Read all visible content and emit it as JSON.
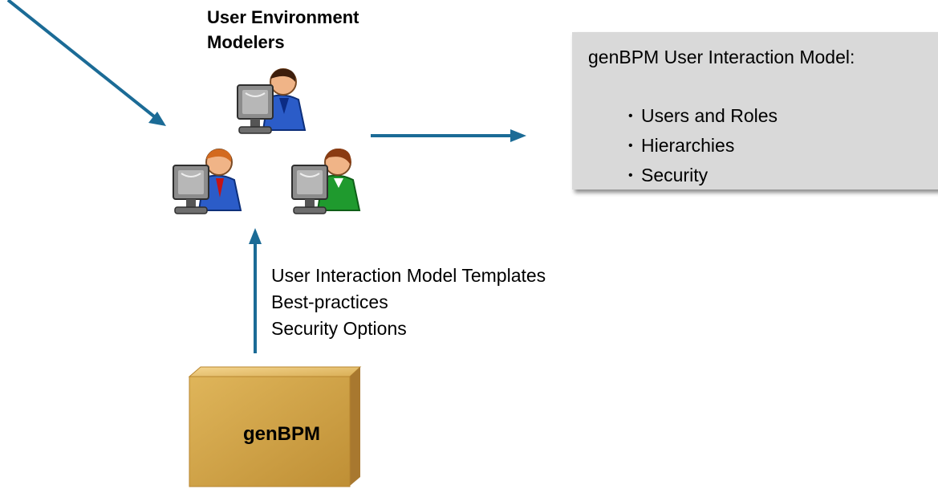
{
  "modelers": {
    "title_line1": "User Environment",
    "title_line2": "Modelers",
    "users": [
      {
        "icon": "user-at-computer-icon",
        "shirt_color": "#2b5cc8",
        "tie_color": "#0b2b84"
      },
      {
        "icon": "user-at-computer-icon",
        "shirt_color": "#2b5cc8",
        "tie_color": "#c41414"
      },
      {
        "icon": "user-at-computer-icon",
        "shirt_color": "#1f9a2e",
        "tie_color": "#0e5e17"
      }
    ]
  },
  "model_box": {
    "title": "genBPM User Interaction Model:",
    "items": [
      "Users and Roles",
      "Hierarchies",
      "Security"
    ]
  },
  "resources": {
    "lines": [
      "User Interaction Model Templates",
      "Best-practices",
      "Security Options"
    ]
  },
  "source_box": {
    "label": "genBPM"
  },
  "colors": {
    "arrow": "#1b6b96",
    "box_background": "#d9d9d9",
    "crate_front": "#d4a84c",
    "crate_top": "#ecc778",
    "crate_side": "#a07530"
  }
}
